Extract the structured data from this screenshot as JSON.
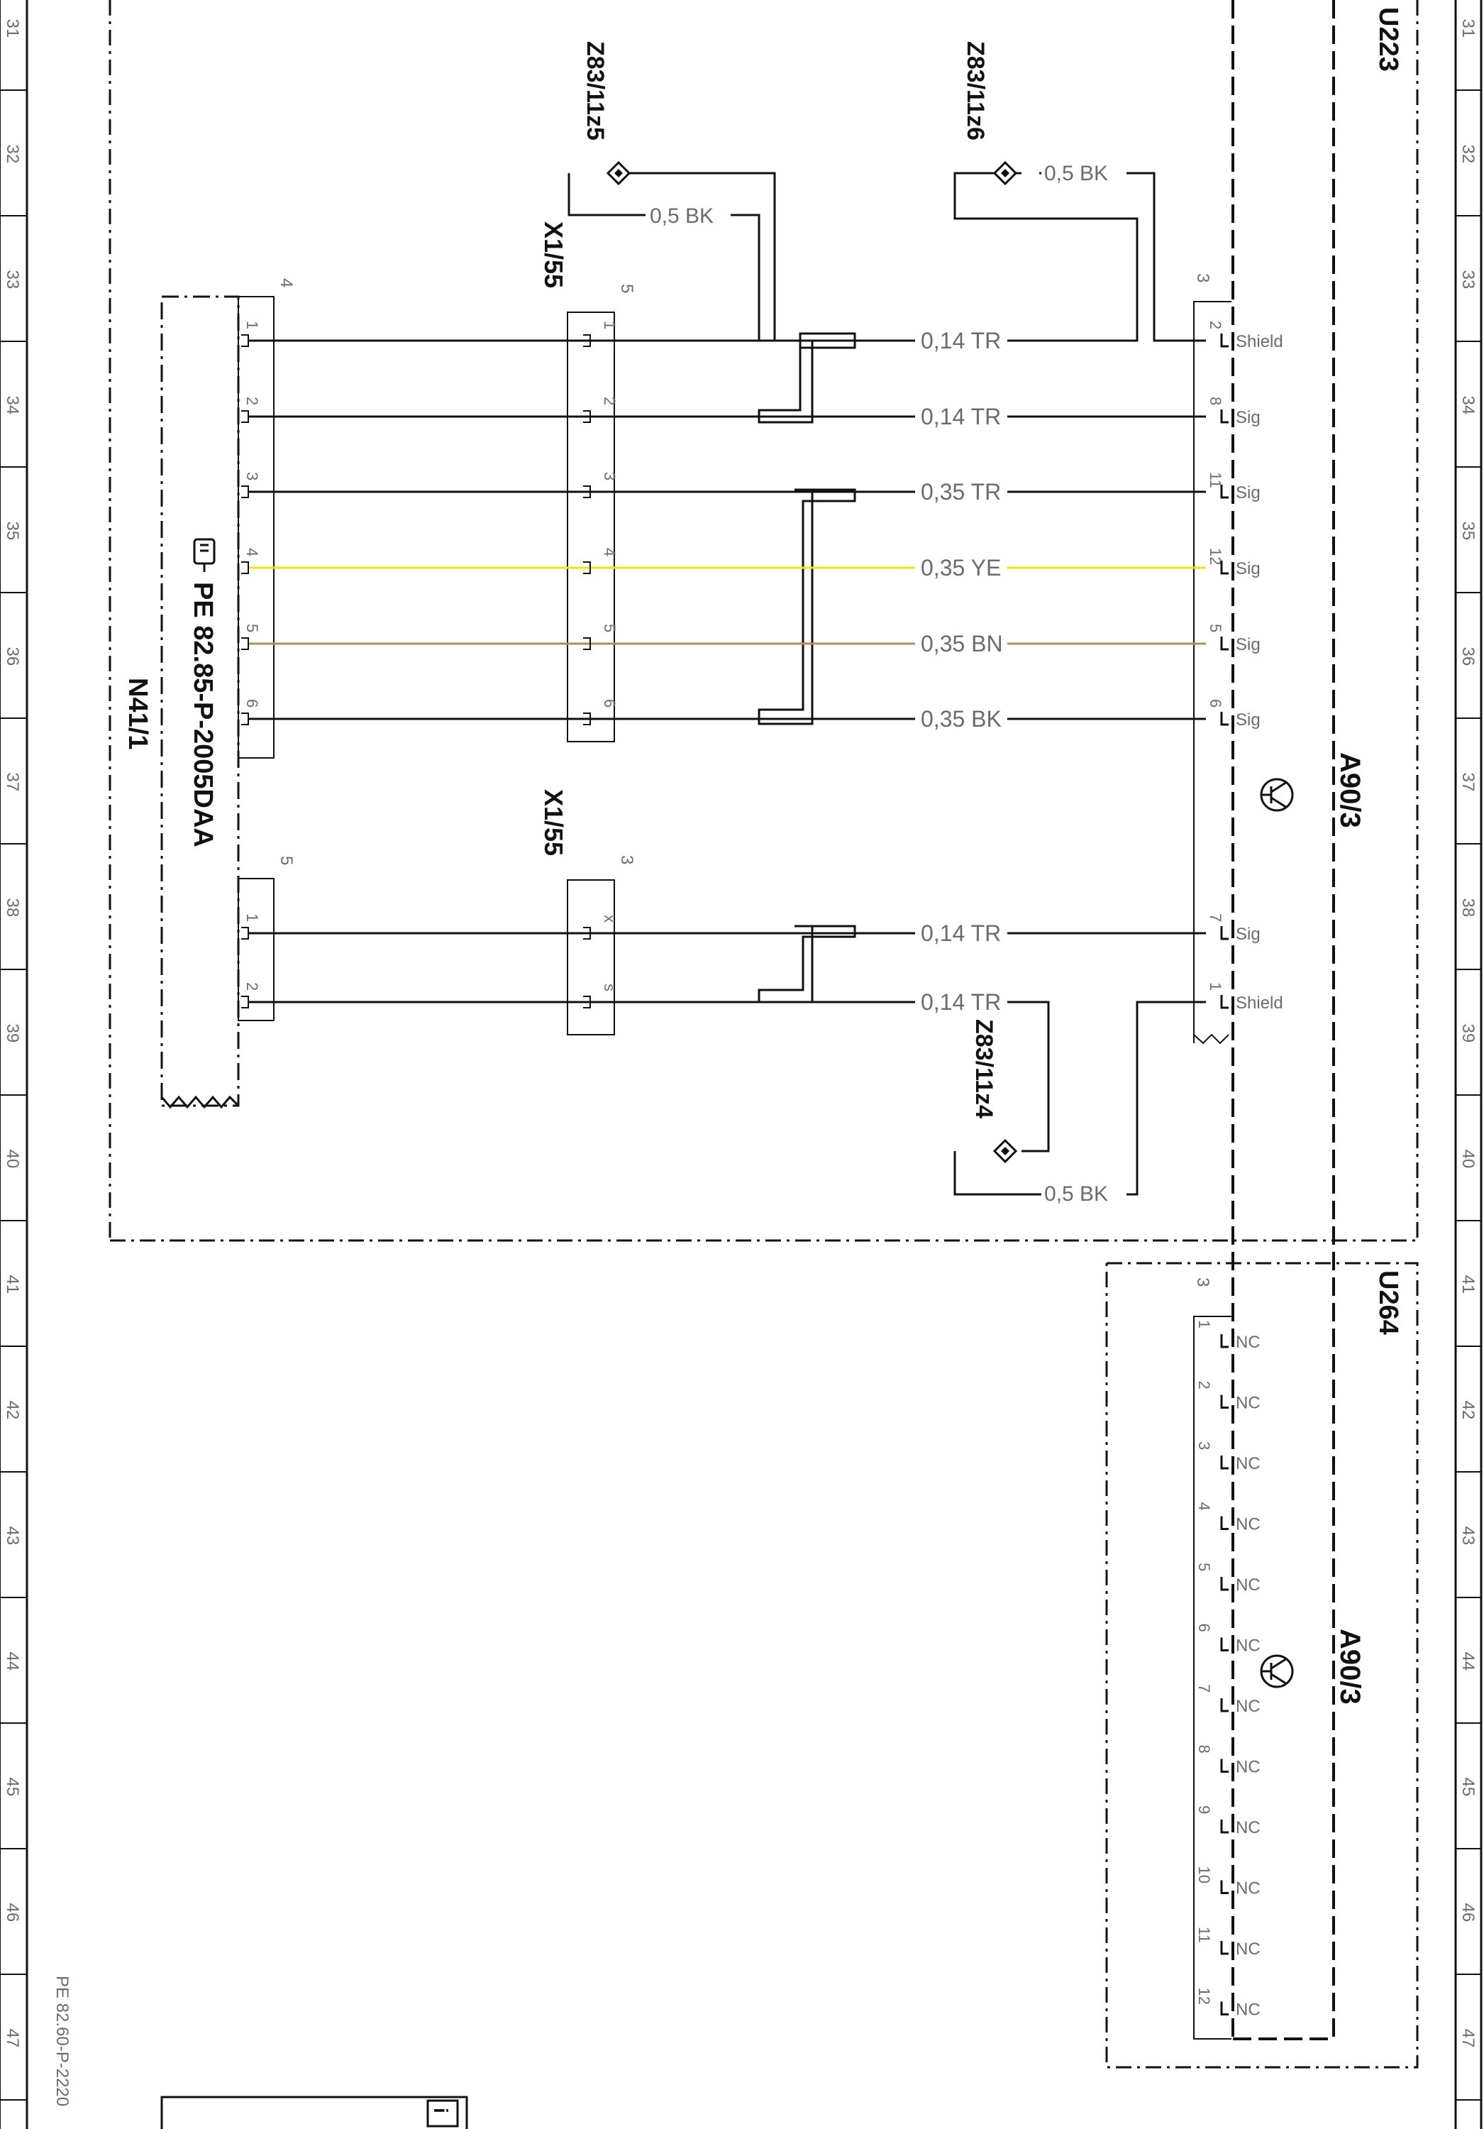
{
  "grid": {
    "rows": [
      "31",
      "32",
      "33",
      "34",
      "35",
      "36",
      "37",
      "38",
      "39",
      "40",
      "41",
      "42",
      "43",
      "44",
      "45",
      "46",
      "47"
    ]
  },
  "reference": {
    "footer_left": "PE 82.60-P-2220",
    "info_box_label": "i",
    "link_text": "PE 82.85-P-2005DAA"
  },
  "units": {
    "u223": "U223",
    "u264": "U264"
  },
  "components": {
    "n41_1": {
      "name": "N41/1",
      "pin_group_a": "4",
      "pin_group_b": "5",
      "pins_a": [
        "1",
        "2",
        "3",
        "4",
        "5",
        "6"
      ],
      "pins_b": [
        "1",
        "2"
      ]
    },
    "x1_55_a": {
      "name": "X1/55",
      "pin_group": "5",
      "pins": [
        "1",
        "2",
        "3",
        "4",
        "5",
        "6"
      ]
    },
    "x1_55_b": {
      "name": "X1/55",
      "pin_group": "3",
      "pins": [
        "x",
        "s"
      ]
    },
    "a90_3_top": {
      "name": "A90/3",
      "pin_group": "3"
    },
    "a90_3_bottom": {
      "name": "A90/3",
      "pin_group": "3"
    },
    "z83_11z5": "Z83/11z5",
    "z83_11z6": "Z83/11z6",
    "z83_11z4": "Z83/11z4"
  },
  "wires": [
    {
      "id": "w1",
      "label": "0,14  TR",
      "color": "#111111",
      "a90_pin": "2",
      "a90_func": "Shield"
    },
    {
      "id": "w2",
      "label": "0,14  TR",
      "color": "#111111",
      "a90_pin": "8",
      "a90_func": "Sig"
    },
    {
      "id": "w3",
      "label": "0,35  TR",
      "color": "#111111",
      "a90_pin": "11",
      "a90_func": "Sig"
    },
    {
      "id": "w4",
      "label": "0,35  YE",
      "color": "#f2e600",
      "a90_pin": "12",
      "a90_func": "Sig"
    },
    {
      "id": "w5",
      "label": "0,35  BN",
      "color": "#b58a5a",
      "a90_pin": "5",
      "a90_func": "Sig"
    },
    {
      "id": "w6",
      "label": "0,35  BK",
      "color": "#111111",
      "a90_pin": "6",
      "a90_func": "Sig"
    },
    {
      "id": "w7",
      "label": "0,14  TR",
      "color": "#111111",
      "a90_pin": "7",
      "a90_func": "Sig"
    },
    {
      "id": "w8",
      "label": "0,14  TR",
      "color": "#111111",
      "a90_pin": "1",
      "a90_func": "Shield"
    }
  ],
  "ground_wires": {
    "z5": "0,5  BK",
    "z6": "0,5  BK",
    "z4": "0,5  BK"
  },
  "u264_pins": [
    {
      "pin": "1",
      "func": "NC"
    },
    {
      "pin": "2",
      "func": "NC"
    },
    {
      "pin": "3",
      "func": "NC"
    },
    {
      "pin": "4",
      "func": "NC"
    },
    {
      "pin": "5",
      "func": "NC"
    },
    {
      "pin": "6",
      "func": "NC"
    },
    {
      "pin": "7",
      "func": "NC"
    },
    {
      "pin": "8",
      "func": "NC"
    },
    {
      "pin": "9",
      "func": "NC"
    },
    {
      "pin": "10",
      "func": "NC"
    },
    {
      "pin": "11",
      "func": "NC"
    },
    {
      "pin": "12",
      "func": "NC"
    }
  ]
}
